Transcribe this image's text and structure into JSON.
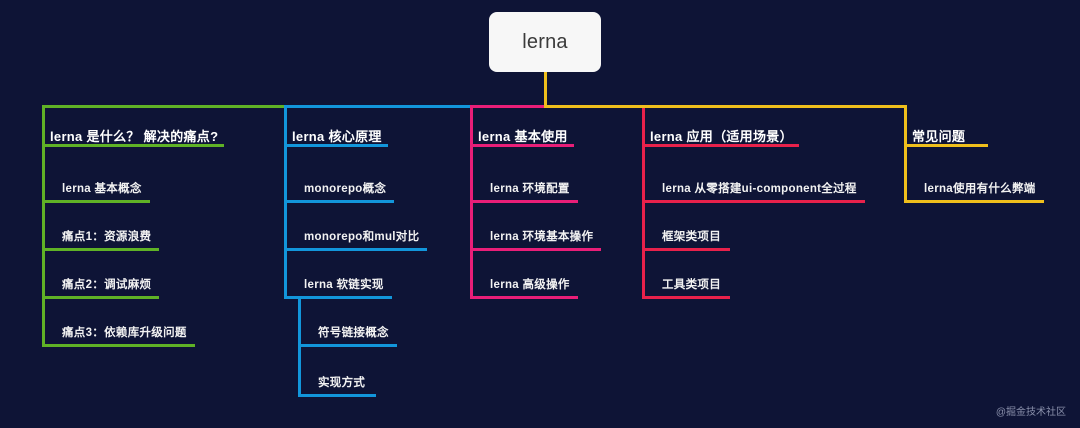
{
  "theme": {
    "background": "#0e1436",
    "root_fill": "#f7f7f7",
    "root_text": "#3b3b3b",
    "label_text": "#ffffff",
    "watermark_color": "#8a90ab"
  },
  "root": {
    "label": "lerna"
  },
  "watermark": "@掘金技术社区",
  "branches": [
    {
      "id": "branch-what-is-lerna",
      "title": "lerna 是什么？  解决的痛点?",
      "color": "#5fb226",
      "children": [
        {
          "label": "lerna 基本概念",
          "children": []
        },
        {
          "label": "痛点1：资源浪费",
          "children": []
        },
        {
          "label": "痛点2：调试麻烦",
          "children": []
        },
        {
          "label": "痛点3：依赖库升级问题",
          "children": []
        }
      ]
    },
    {
      "id": "branch-core-principles",
      "title": "lerna 核心原理",
      "color": "#1296db",
      "children": [
        {
          "label": "monorepo概念",
          "children": []
        },
        {
          "label": "monorepo和mul对比",
          "children": []
        },
        {
          "label": "lerna 软链实现",
          "children": [
            {
              "label": "符号链接概念"
            },
            {
              "label": "实现方式"
            }
          ]
        }
      ]
    },
    {
      "id": "branch-basic-usage",
      "title": "lerna 基本使用",
      "color": "#e91e78",
      "children": [
        {
          "label": "lerna 环境配置",
          "children": []
        },
        {
          "label": "lerna 环境基本操作",
          "children": []
        },
        {
          "label": "lerna 高级操作",
          "children": []
        }
      ]
    },
    {
      "id": "branch-applications",
      "title": "lerna 应用（适用场景）",
      "color": "#e8214b",
      "children": [
        {
          "label": "lerna 从零搭建ui-component全过程",
          "children": []
        },
        {
          "label": "框架类项目",
          "children": []
        },
        {
          "label": "工具类项目",
          "children": []
        }
      ]
    },
    {
      "id": "branch-faq",
      "title": "常见问题",
      "color": "#efbf1c",
      "children": [
        {
          "label": "lerna使用有什么弊端",
          "children": []
        }
      ]
    }
  ]
}
